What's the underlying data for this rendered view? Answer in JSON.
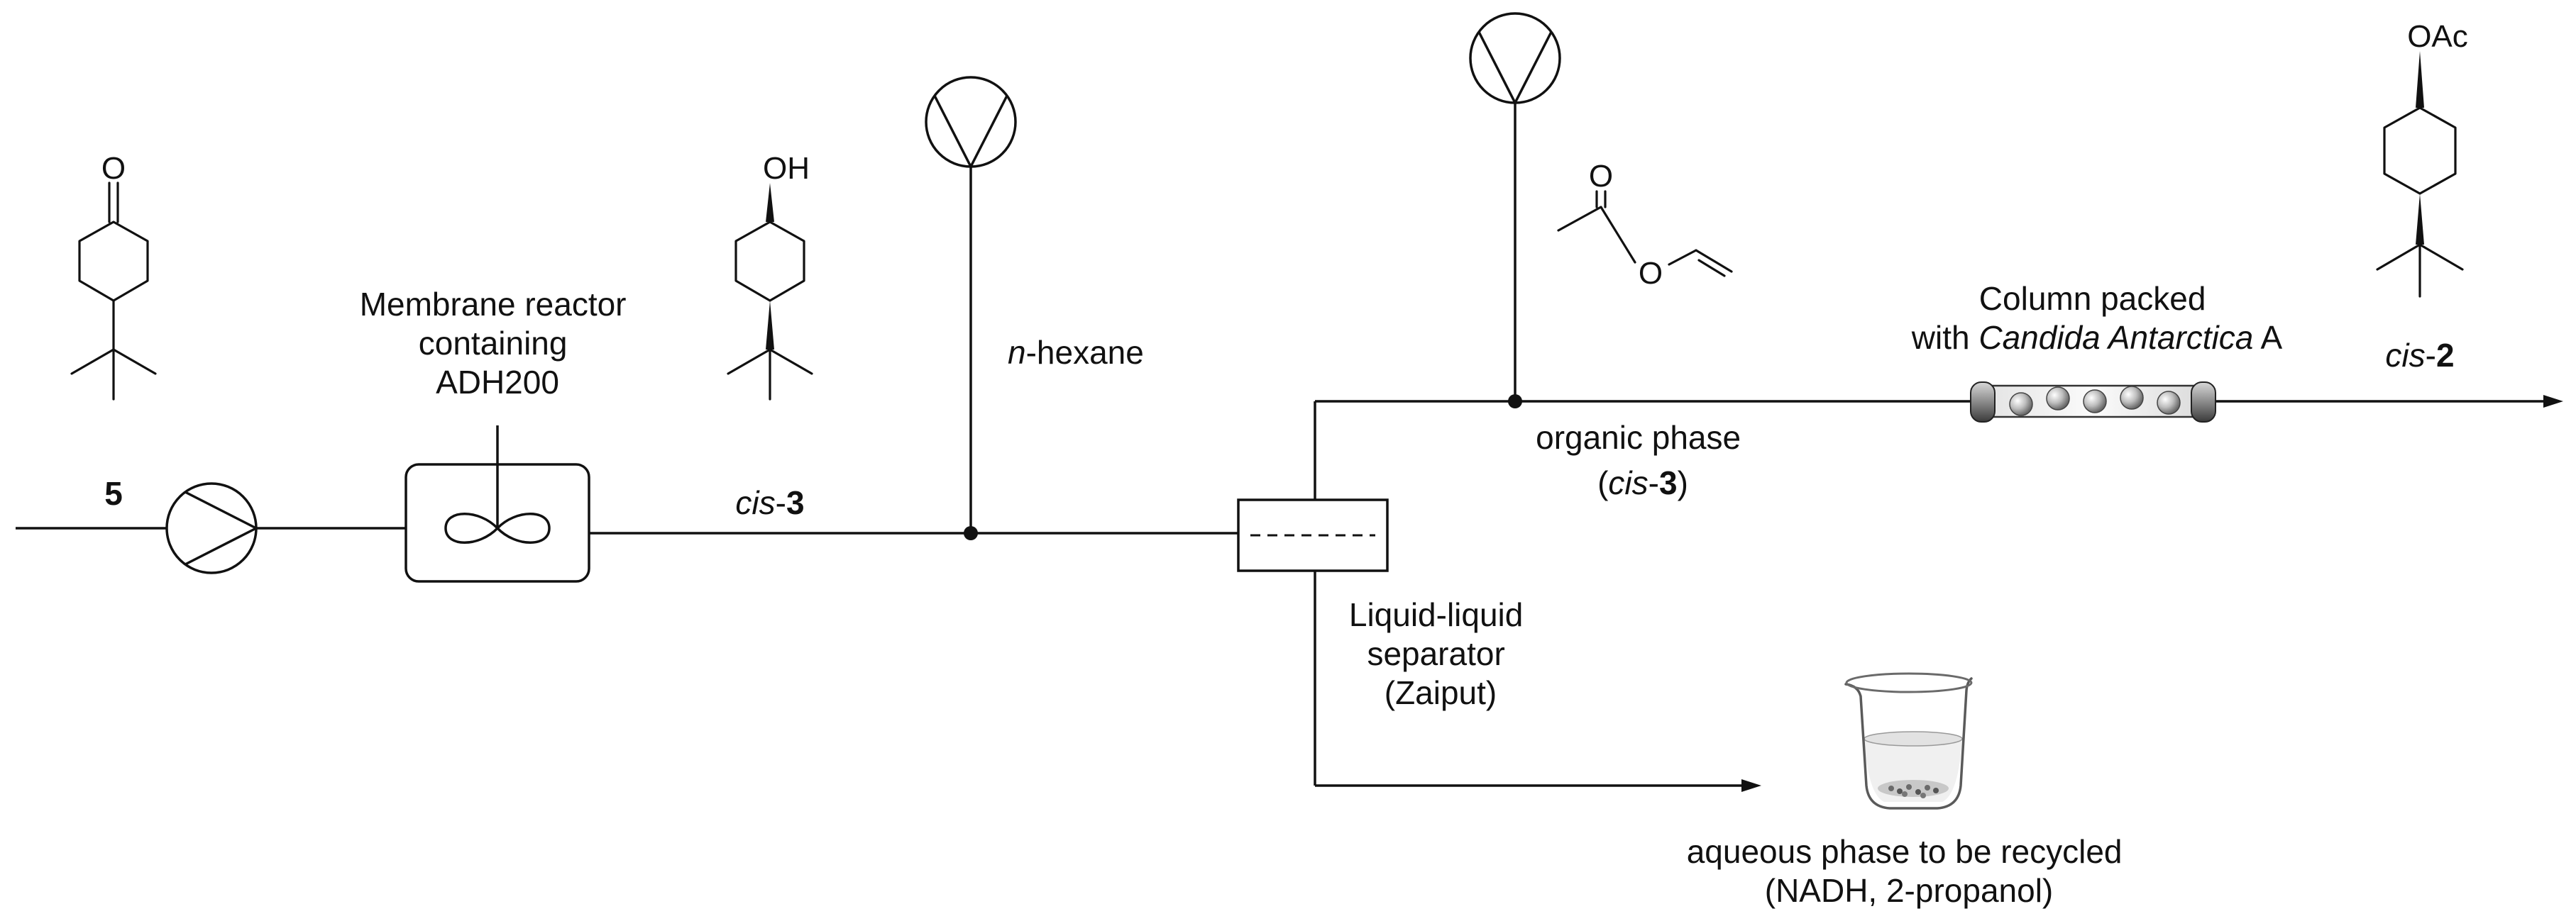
{
  "compound_5": {
    "label": "5",
    "atom_o": "O"
  },
  "membrane_reactor": {
    "line1": "Membrane reactor",
    "line2": "containing",
    "line3": "ADH200"
  },
  "cis3": {
    "label_italic": "cis",
    "label_sep": "-",
    "label_num": "3",
    "atom_oh": "OH"
  },
  "hexane": {
    "label_italic": "n",
    "label_rest": "-hexane"
  },
  "vinyl_acetate": {
    "atom_o_carbonyl": "O",
    "atom_o_ester": "O"
  },
  "organic_phase": {
    "line1": "organic phase",
    "line2_open": "(",
    "line2_italic": "cis",
    "line2_sep": "-",
    "line2_num": "3",
    "line2_close": ")"
  },
  "separator": {
    "line1": "Liquid-liquid",
    "line2": "separator",
    "line3": "(Zaiput)"
  },
  "column": {
    "line1": "Column packed",
    "line2_pre": "with ",
    "line2_italic": "Candida Antarctica",
    "line2_post": " A"
  },
  "cis2": {
    "label_italic": "cis",
    "label_sep": "-",
    "label_num": "2",
    "atom_oac": "OAc"
  },
  "aqueous_phase": {
    "line1": "aqueous phase to be recycled",
    "line2": "(NADH, 2-propanol)"
  }
}
